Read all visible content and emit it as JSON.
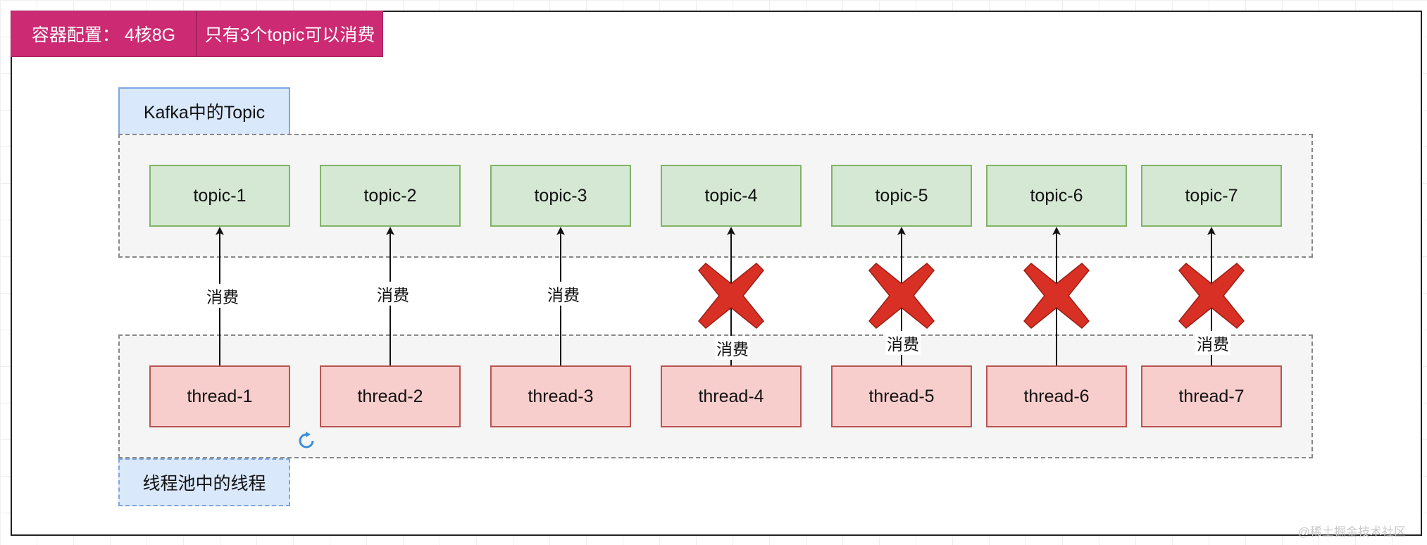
{
  "header": {
    "container_config": "容器配置： 4核8G",
    "topic_note": "只有3个topic可以消费"
  },
  "groups": {
    "topic_group_label": "Kafka中的Topic",
    "thread_group_label": "线程池中的线程"
  },
  "topics": [
    "topic-1",
    "topic-2",
    "topic-3",
    "topic-4",
    "topic-5",
    "topic-6",
    "topic-7"
  ],
  "threads": [
    "thread-1",
    "thread-2",
    "thread-3",
    "thread-4",
    "thread-5",
    "thread-6",
    "thread-7"
  ],
  "edges": [
    {
      "from": "thread-1",
      "to": "topic-1",
      "label": "消费",
      "blocked": false
    },
    {
      "from": "thread-2",
      "to": "topic-2",
      "label": "消费",
      "blocked": false
    },
    {
      "from": "thread-3",
      "to": "topic-3",
      "label": "消费",
      "blocked": false
    },
    {
      "from": "thread-4",
      "to": "topic-4",
      "label": "消费",
      "blocked": true
    },
    {
      "from": "thread-5",
      "to": "topic-5",
      "label": "消费",
      "blocked": true
    },
    {
      "from": "thread-6",
      "to": "topic-6",
      "label": "",
      "blocked": true
    },
    {
      "from": "thread-7",
      "to": "topic-7",
      "label": "消费",
      "blocked": true
    }
  ],
  "watermark": "@稀土掘金技术社区",
  "colors": {
    "header_tag": "#cc2a73",
    "topic_fill": "#d5e8d4",
    "topic_border": "#82b366",
    "thread_fill": "#f8cecc",
    "thread_border": "#b85450",
    "label_fill": "#dae8fc",
    "block_mark": "#d93025"
  },
  "icons": {
    "blocked": "red-x-icon",
    "refresh": "refresh-icon"
  }
}
